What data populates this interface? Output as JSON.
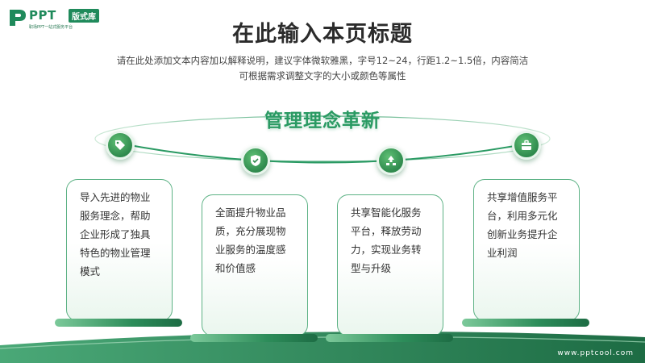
{
  "logo": {
    "brand": "PPT",
    "badge": "版式库",
    "tagline": "职场PPT一站式服务平台"
  },
  "header": {
    "title": "在此输入本页标题",
    "description_line1": "请在此处添加文本内容加以解释说明，建议字体微软雅黑，字号12~24，行距1.2~1.5倍，内容简洁",
    "description_line2": "可根据需求调整文字的大小或颜色等属性"
  },
  "section": {
    "title": "管理理念革新"
  },
  "cards": [
    {
      "icon": "tag-icon",
      "text_lines": [
        "导入先进的物业",
        "服务理念，帮助",
        "企业形成了独具",
        "特色的物业管理",
        "模式"
      ]
    },
    {
      "icon": "shield-icon",
      "text_lines": [
        "全面提升物业品",
        "质，充分展现物",
        "业服务的温度感",
        "和价值感"
      ]
    },
    {
      "icon": "upgrade-icon",
      "text_lines": [
        "共享智能化服务",
        "平台，释放劳动",
        "力，实现业务转",
        "型与升级"
      ]
    },
    {
      "icon": "briefcase-icon",
      "text_lines": [
        "共享增值服务平",
        "台，利用多元化",
        "创新业务提升企",
        "业利润"
      ]
    }
  ],
  "footer": {
    "url": "www.pptcool.com"
  },
  "colors": {
    "accent": "#2a9a63",
    "dark_green": "#1d6c44",
    "light_green": "#7cc99a"
  }
}
